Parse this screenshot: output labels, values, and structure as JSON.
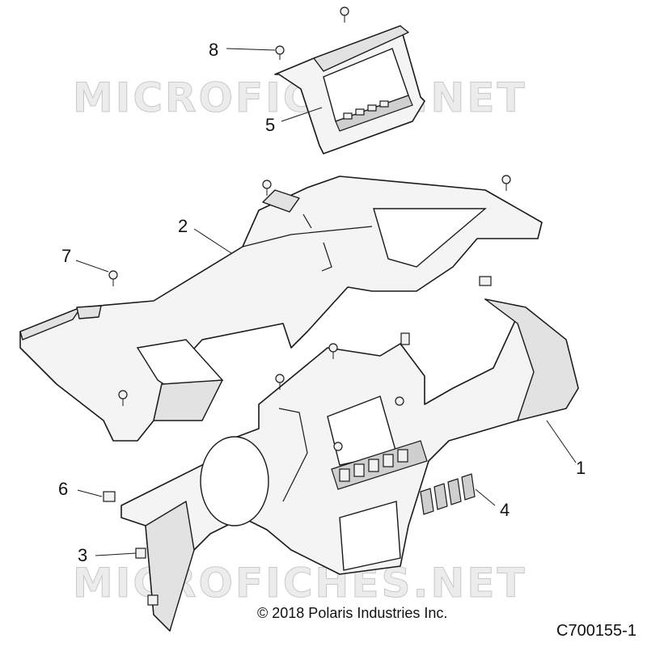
{
  "figure_id": "C700155-1",
  "copyright": "© 2018 Polaris Industries Inc.",
  "watermark": "MICROFICHES.NET",
  "callouts": [
    {
      "label": "1",
      "part": "dash-lower-panel"
    },
    {
      "label": "2",
      "part": "dash-upper-panel"
    },
    {
      "label": "3",
      "part": "clip"
    },
    {
      "label": "4",
      "part": "switch-blank"
    },
    {
      "label": "5",
      "part": "display-bezel"
    },
    {
      "label": "6",
      "part": "nut-clip"
    },
    {
      "label": "7",
      "part": "screw"
    },
    {
      "label": "8",
      "part": "screw"
    }
  ],
  "colors": {
    "line": "#1a1a1a",
    "part_fill": "#f4f4f4",
    "watermark": "#c9c9c9"
  }
}
